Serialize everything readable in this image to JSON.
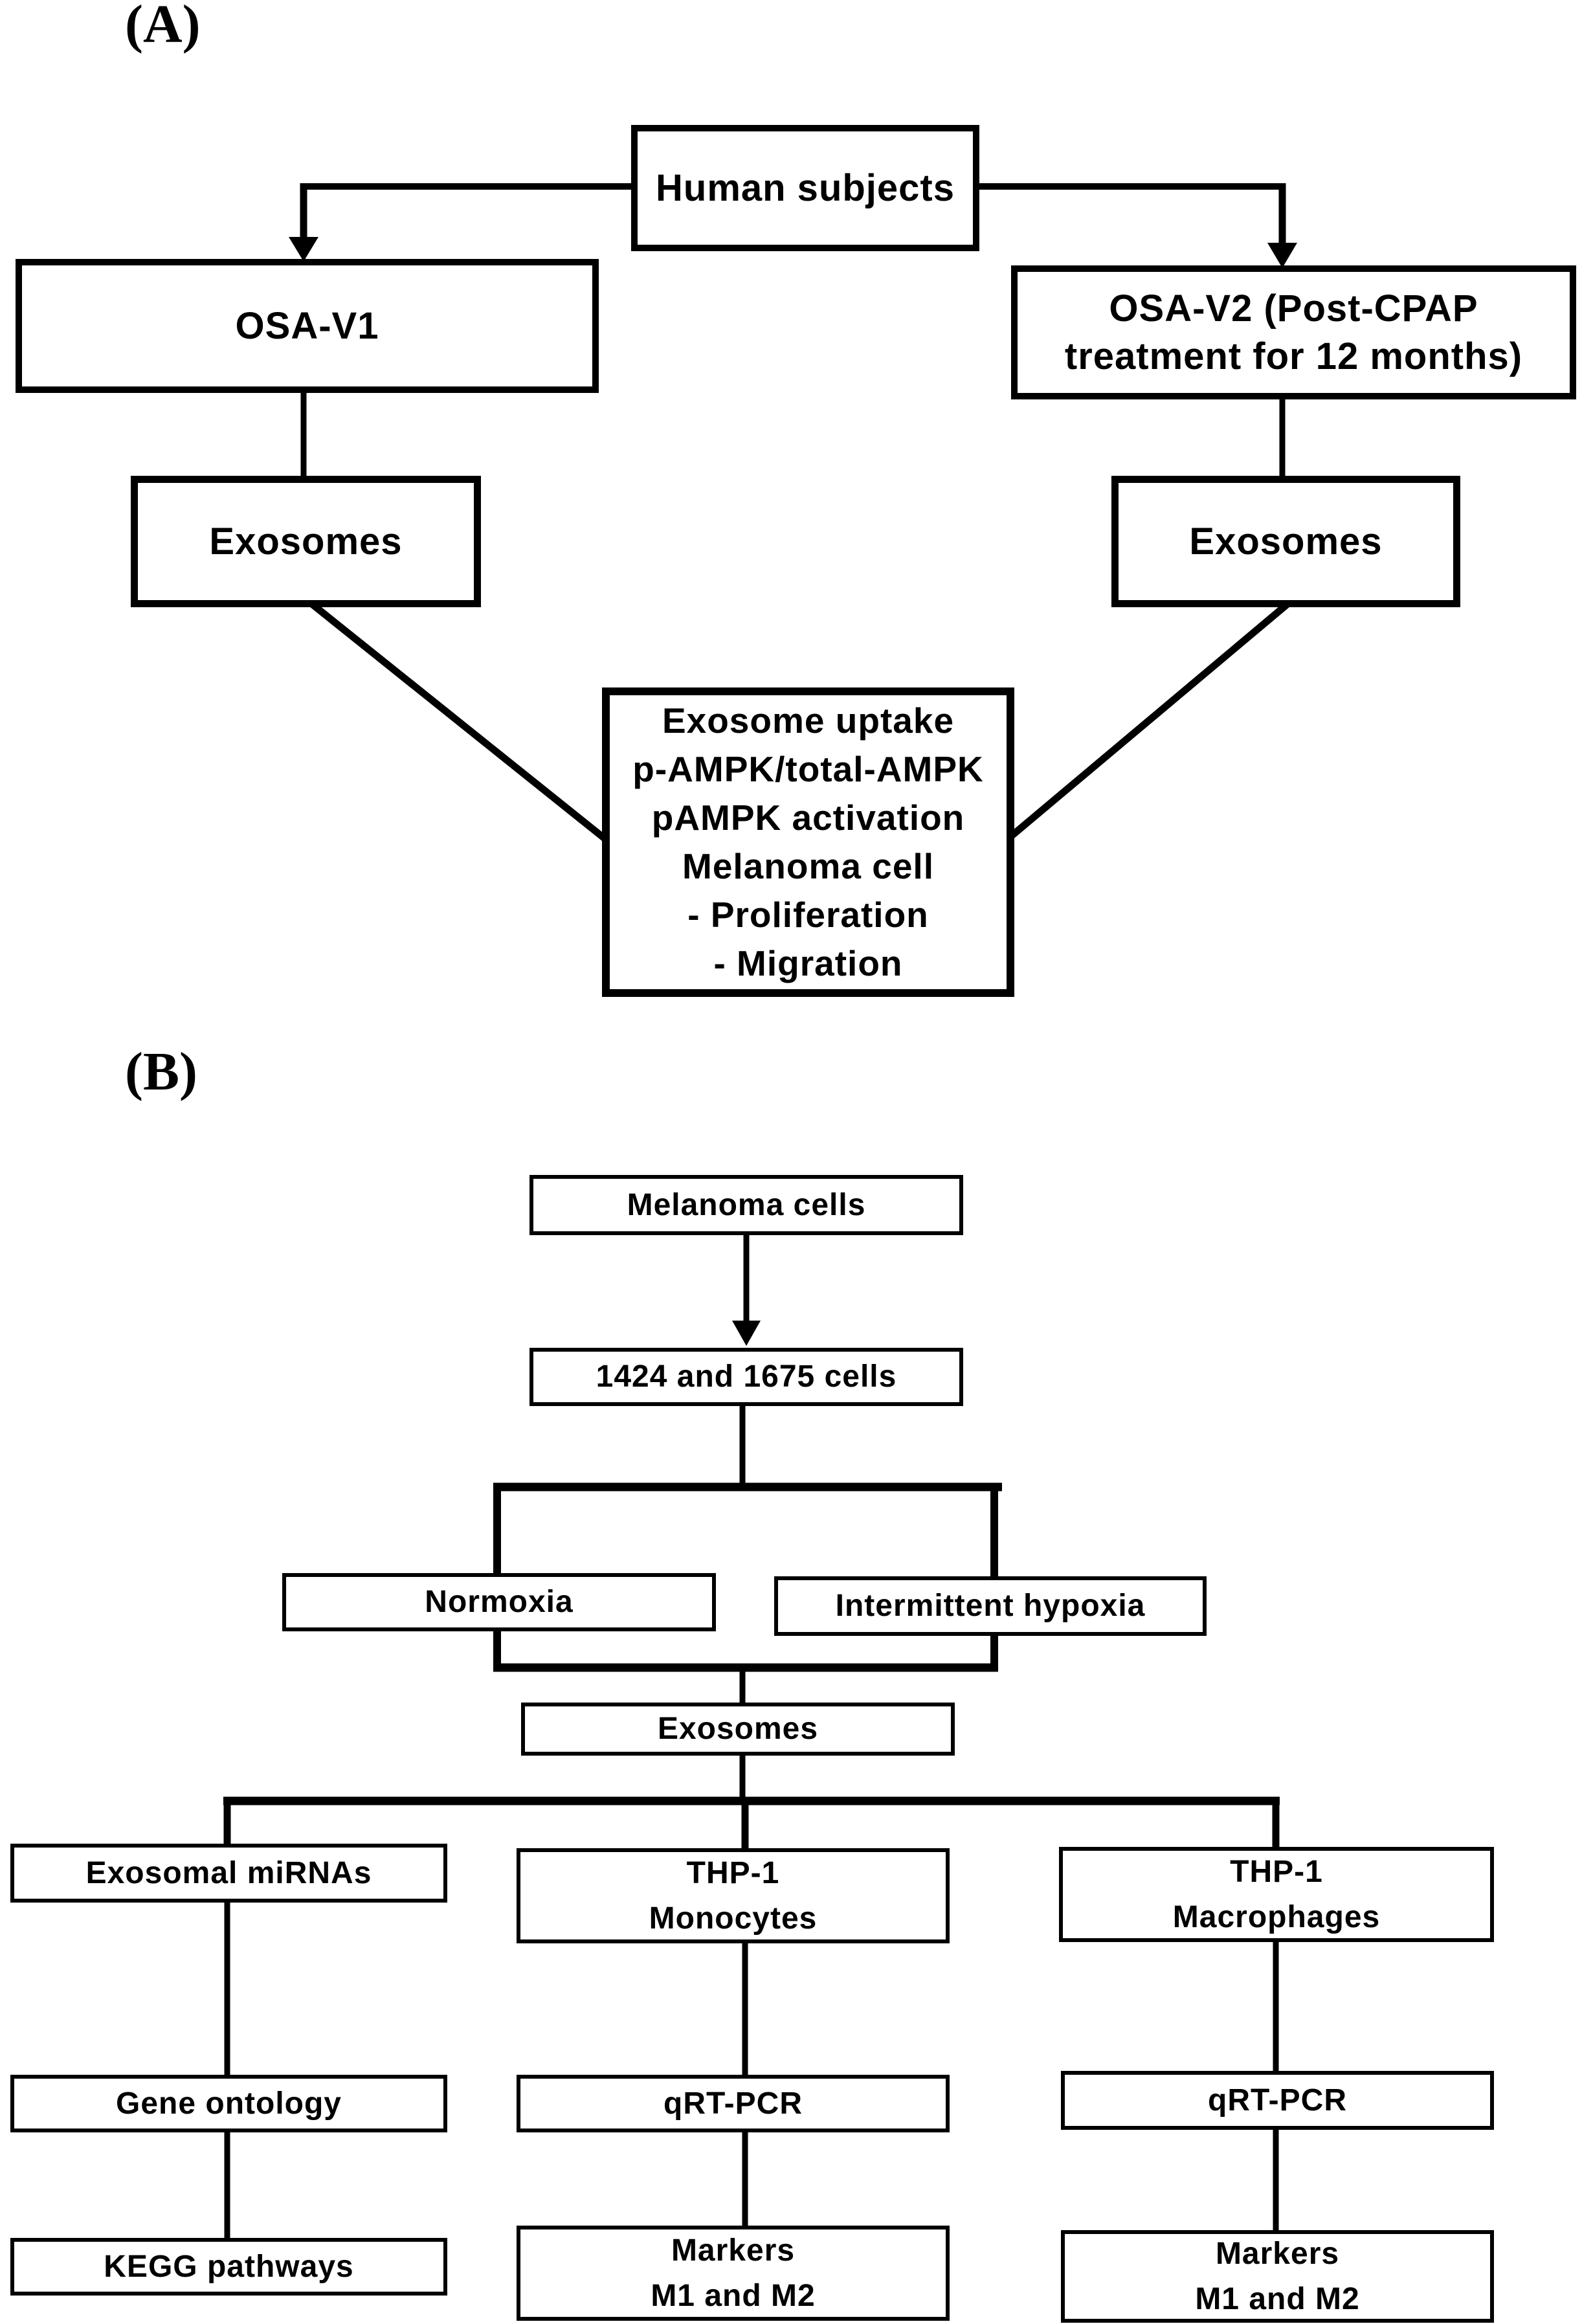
{
  "colors": {
    "line": "#000000",
    "background": "#ffffff"
  },
  "panel_a": {
    "label": "(A)",
    "boxes": {
      "human_subjects": "Human subjects",
      "osa_v1": "OSA-V1",
      "osa_v2_line1": "OSA-V2 (Post-CPAP",
      "osa_v2_line2": "treatment for 12 months)",
      "exosomes_left": "Exosomes",
      "exosomes_right": "Exosomes",
      "outcome_lines": [
        "Exosome uptake",
        "p-AMPK/total-AMPK",
        "pAMPK activation",
        "Melanoma cell",
        "- Proliferation",
        "- Migration"
      ]
    }
  },
  "panel_b": {
    "label": "(B)",
    "boxes": {
      "melanoma_cells": "Melanoma cells",
      "cells_1424_1675": "1424 and 1675 cells",
      "normoxia": "Normoxia",
      "intermittent_hypoxia": "Intermittent hypoxia",
      "exosomes": "Exosomes",
      "exosomal_mirnas": "Exosomal miRNAs",
      "thp1_monocytes_line1": "THP-1",
      "thp1_monocytes_line2": "Monocytes",
      "thp1_macrophages_line1": "THP-1",
      "thp1_macrophages_line2": "Macrophages",
      "gene_ontology": "Gene ontology",
      "qrt_pcr_monocytes": "qRT-PCR",
      "qrt_pcr_macrophages": "qRT-PCR",
      "kegg_pathways": "KEGG pathways",
      "markers_monocytes_line1": "Markers",
      "markers_monocytes_line2": "M1 and M2",
      "markers_macrophages_line1": "Markers",
      "markers_macrophages_line2": "M1 and M2"
    }
  }
}
